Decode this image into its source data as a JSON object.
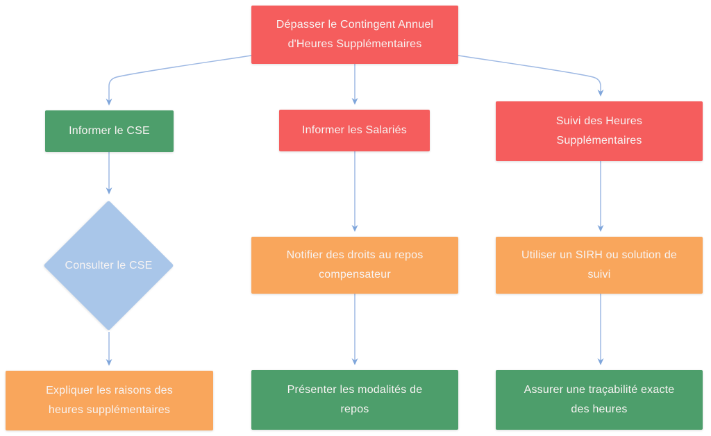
{
  "diagram": {
    "type": "flowchart",
    "nodes": {
      "root": {
        "shape": "process",
        "color": "red",
        "label": "Dépasser le Contingent Annuel d'Heures Supplémentaires",
        "lines": [
          "Dépasser le Contingent Annuel",
          "d'Heures Supplémentaires"
        ]
      },
      "informer_cse": {
        "shape": "process",
        "color": "green",
        "label": "Informer le CSE",
        "lines": [
          "Informer le CSE"
        ]
      },
      "informer_salaries": {
        "shape": "process",
        "color": "red",
        "label": "Informer les Salariés",
        "lines": [
          "Informer les Salariés"
        ]
      },
      "suivi_heures": {
        "shape": "process",
        "color": "red",
        "label": "Suivi des Heures Supplémentaires",
        "lines": [
          "Suivi des Heures",
          "Supplémentaires"
        ]
      },
      "consulter_cse": {
        "shape": "decision",
        "color": "blue",
        "label": "Consulter le CSE",
        "lines": [
          "Consulter le CSE"
        ]
      },
      "notifier_repos": {
        "shape": "process",
        "color": "orange",
        "label": "Notifier des droits au repos compensateur",
        "lines": [
          "Notifier des droits au repos",
          "compensateur"
        ]
      },
      "utiliser_sirh": {
        "shape": "process",
        "color": "orange",
        "label": "Utiliser un SIRH ou solution de suivi",
        "lines": [
          "Utiliser un SIRH ou solution de",
          "suivi"
        ]
      },
      "expliquer_raisons": {
        "shape": "process",
        "color": "orange",
        "label": "Expliquer les raisons des heures supplémentaires",
        "lines": [
          "Expliquer les raisons des",
          "heures supplémentaires"
        ]
      },
      "presenter_modalites": {
        "shape": "process",
        "color": "green",
        "label": "Présenter les modalités de repos",
        "lines": [
          "Présenter les modalités de",
          "repos"
        ]
      },
      "assurer_tracabilite": {
        "shape": "process",
        "color": "green",
        "label": "Assurer une traçabilité exacte des heures",
        "lines": [
          "Assurer une traçabilité exacte",
          "des heures"
        ]
      }
    },
    "edges": [
      {
        "from": "root",
        "to": "informer_cse"
      },
      {
        "from": "root",
        "to": "informer_salaries"
      },
      {
        "from": "root",
        "to": "suivi_heures"
      },
      {
        "from": "informer_cse",
        "to": "consulter_cse"
      },
      {
        "from": "consulter_cse",
        "to": "expliquer_raisons"
      },
      {
        "from": "informer_salaries",
        "to": "notifier_repos"
      },
      {
        "from": "notifier_repos",
        "to": "presenter_modalites"
      },
      {
        "from": "suivi_heures",
        "to": "utiliser_sirh"
      },
      {
        "from": "utiliser_sirh",
        "to": "assurer_tracabilite"
      }
    ],
    "colors": {
      "red": "#F55D5D",
      "green": "#4D9E6B",
      "orange": "#F9A65C",
      "decision_blue": "#A9C6E9",
      "connector": "#9DB8E3",
      "arrow": "#7FA6DB",
      "text": "#F7F3F2",
      "background": "#FFFFFF"
    }
  }
}
